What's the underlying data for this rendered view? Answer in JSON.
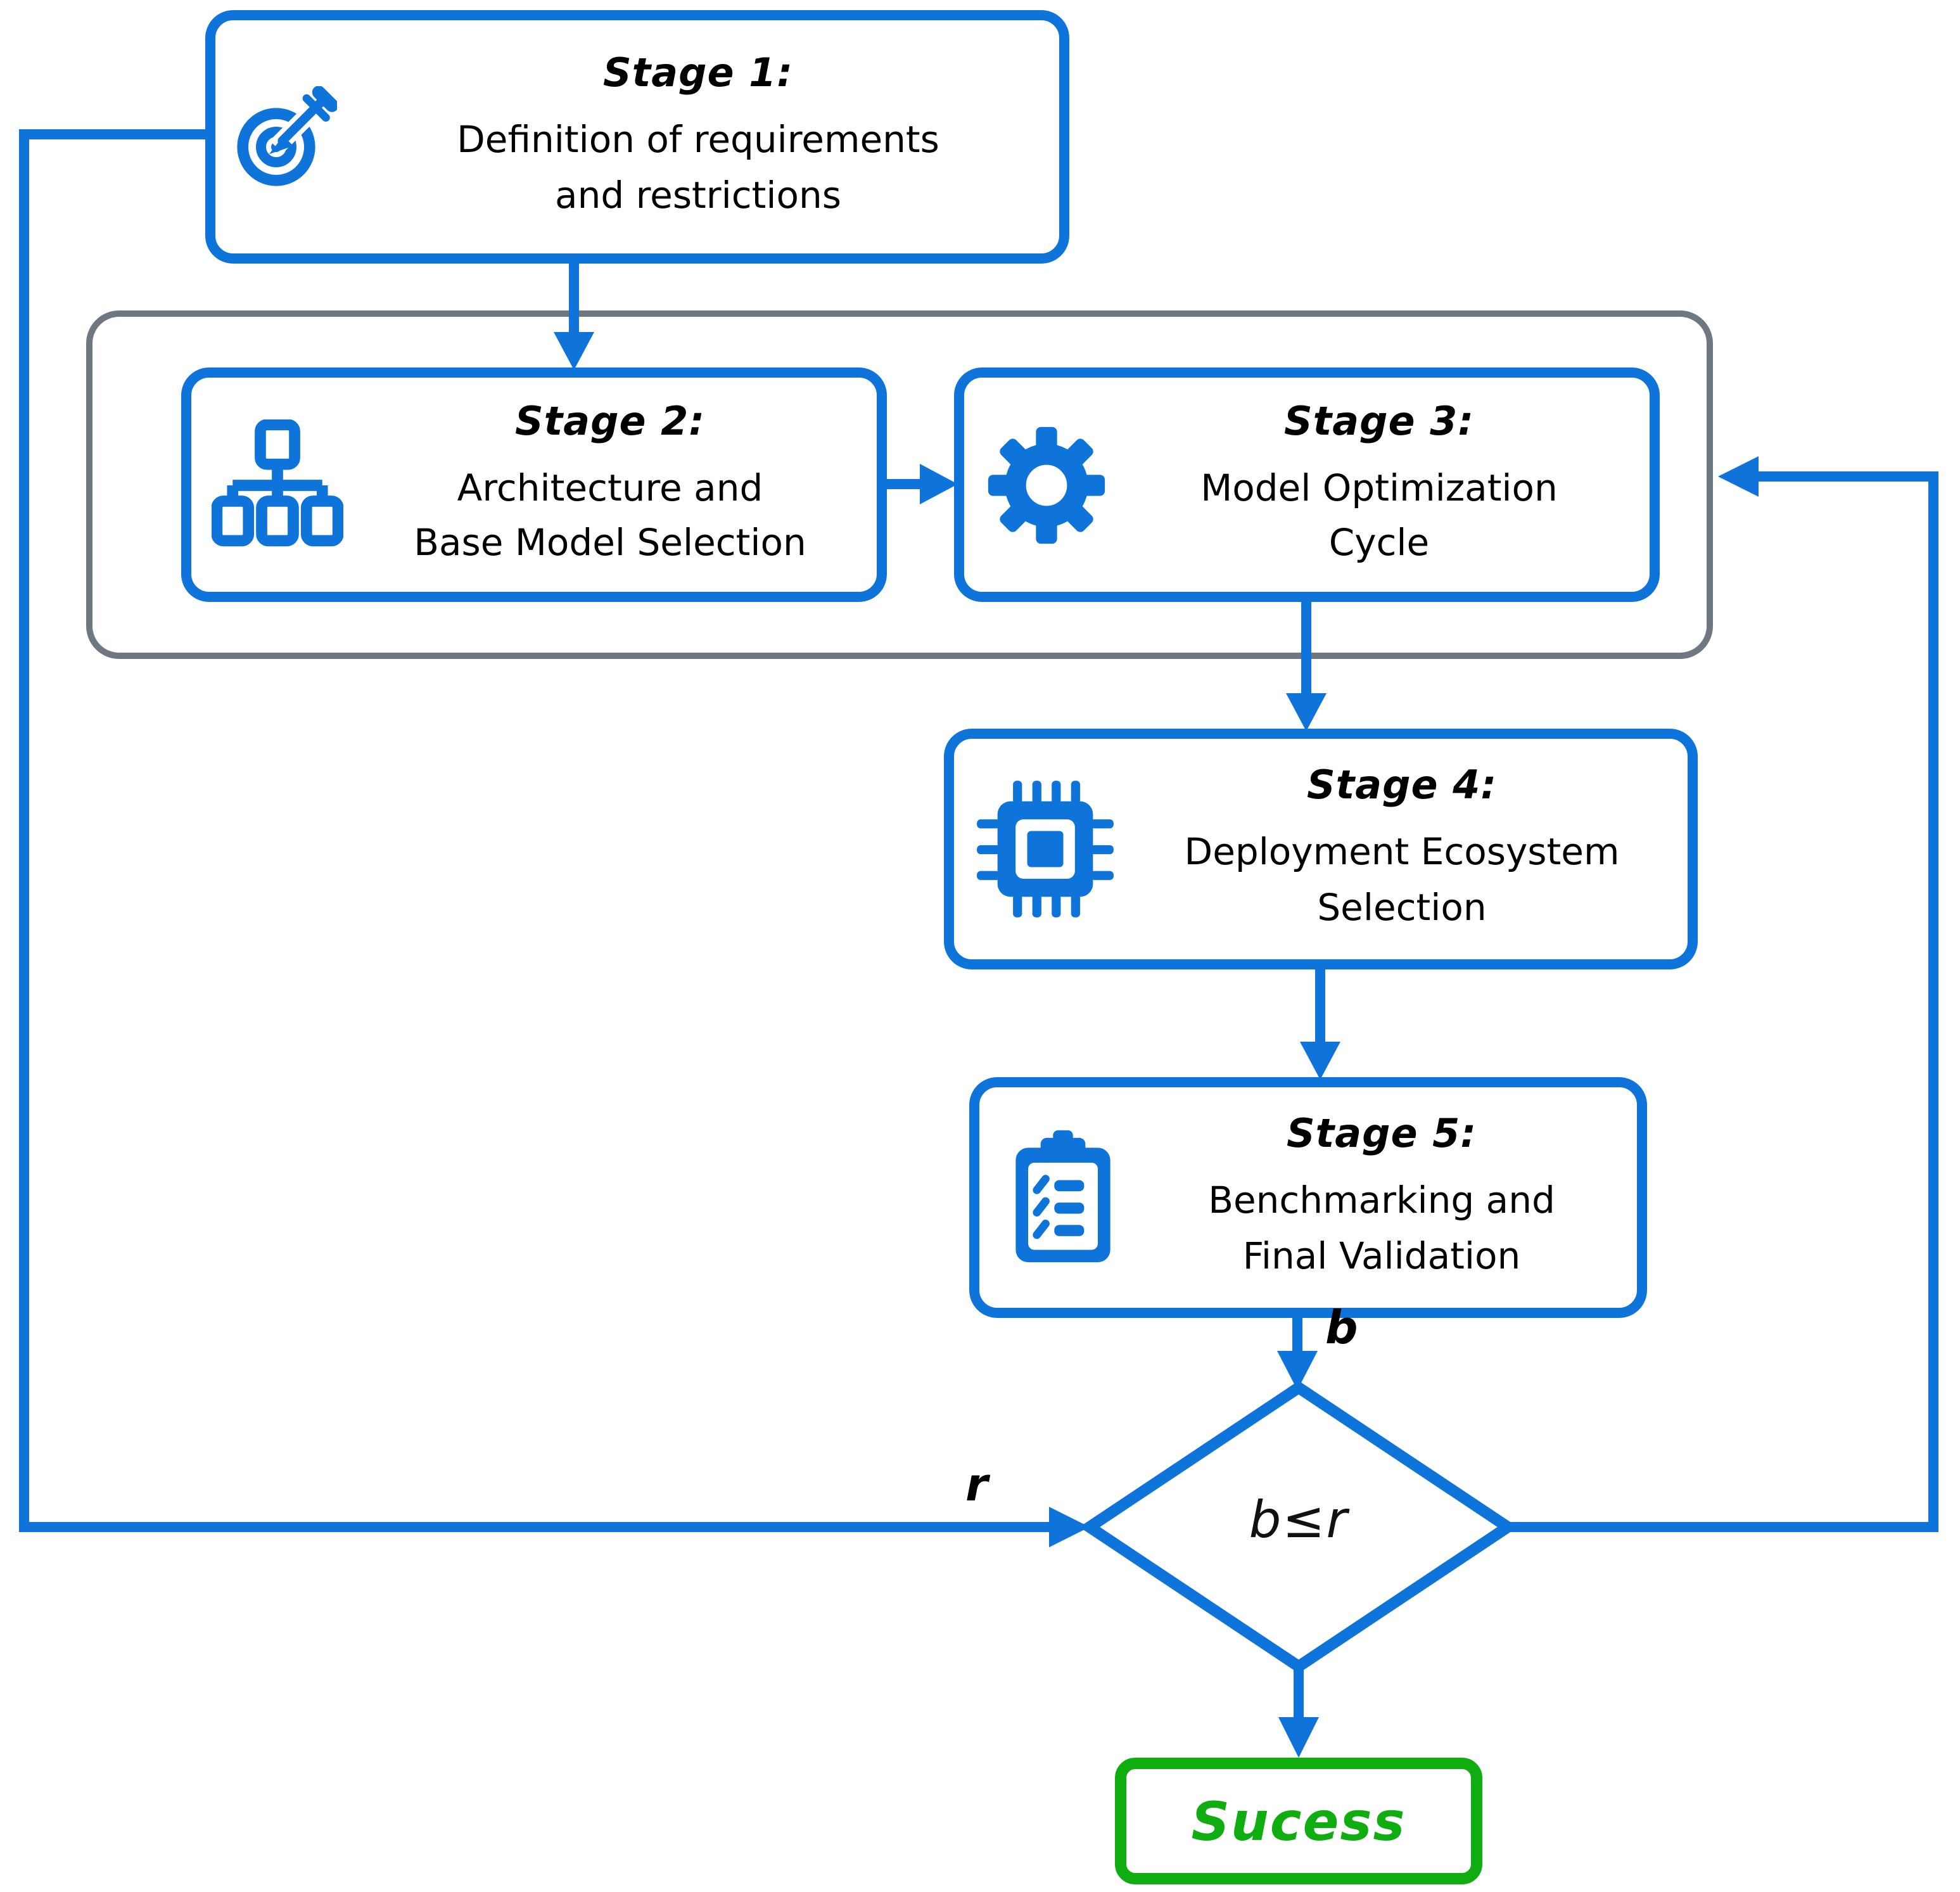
{
  "diagram": {
    "stages": [
      {
        "title": "Stage 1:",
        "line1": "Definition of requirements",
        "line2": "and restrictions",
        "icon": "target"
      },
      {
        "title": "Stage 2:",
        "line1": "Architecture and",
        "line2": "Base Model Selection",
        "icon": "sitemap"
      },
      {
        "title": "Stage 3:",
        "line1": "Model Optimization",
        "line2": "Cycle",
        "icon": "gear"
      },
      {
        "title": "Stage 4:",
        "line1": "Deployment Ecosystem",
        "line2": "Selection",
        "icon": "chip"
      },
      {
        "title": "Stage 5:",
        "line1": "Benchmarking and",
        "line2": "Final Validation",
        "icon": "clipboard"
      }
    ],
    "decision": {
      "condition": "b≤r",
      "label_b": "b",
      "label_r": "r"
    },
    "terminal": {
      "label": "Sucess"
    },
    "colors": {
      "flow_blue": "#0f74da",
      "group_gray": "#6d7883",
      "success_green": "#10ad10",
      "text_black": "#000000"
    }
  }
}
